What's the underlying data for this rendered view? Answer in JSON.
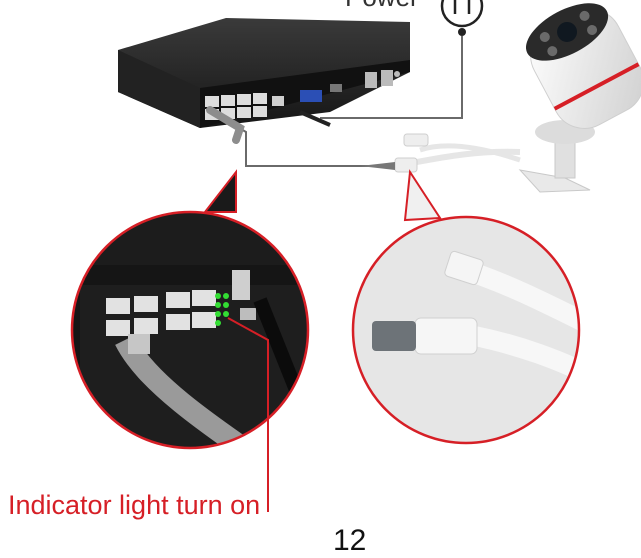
{
  "labels": {
    "power": "Power",
    "indicator": "Indicator light turn on",
    "page_number": "12"
  },
  "icons": {
    "power_plug": "power-plug-icon"
  },
  "colors": {
    "accent_red": "#d61f26",
    "nvr_body": "#1b1b1b",
    "cable_gray": "#9a9a9a"
  }
}
